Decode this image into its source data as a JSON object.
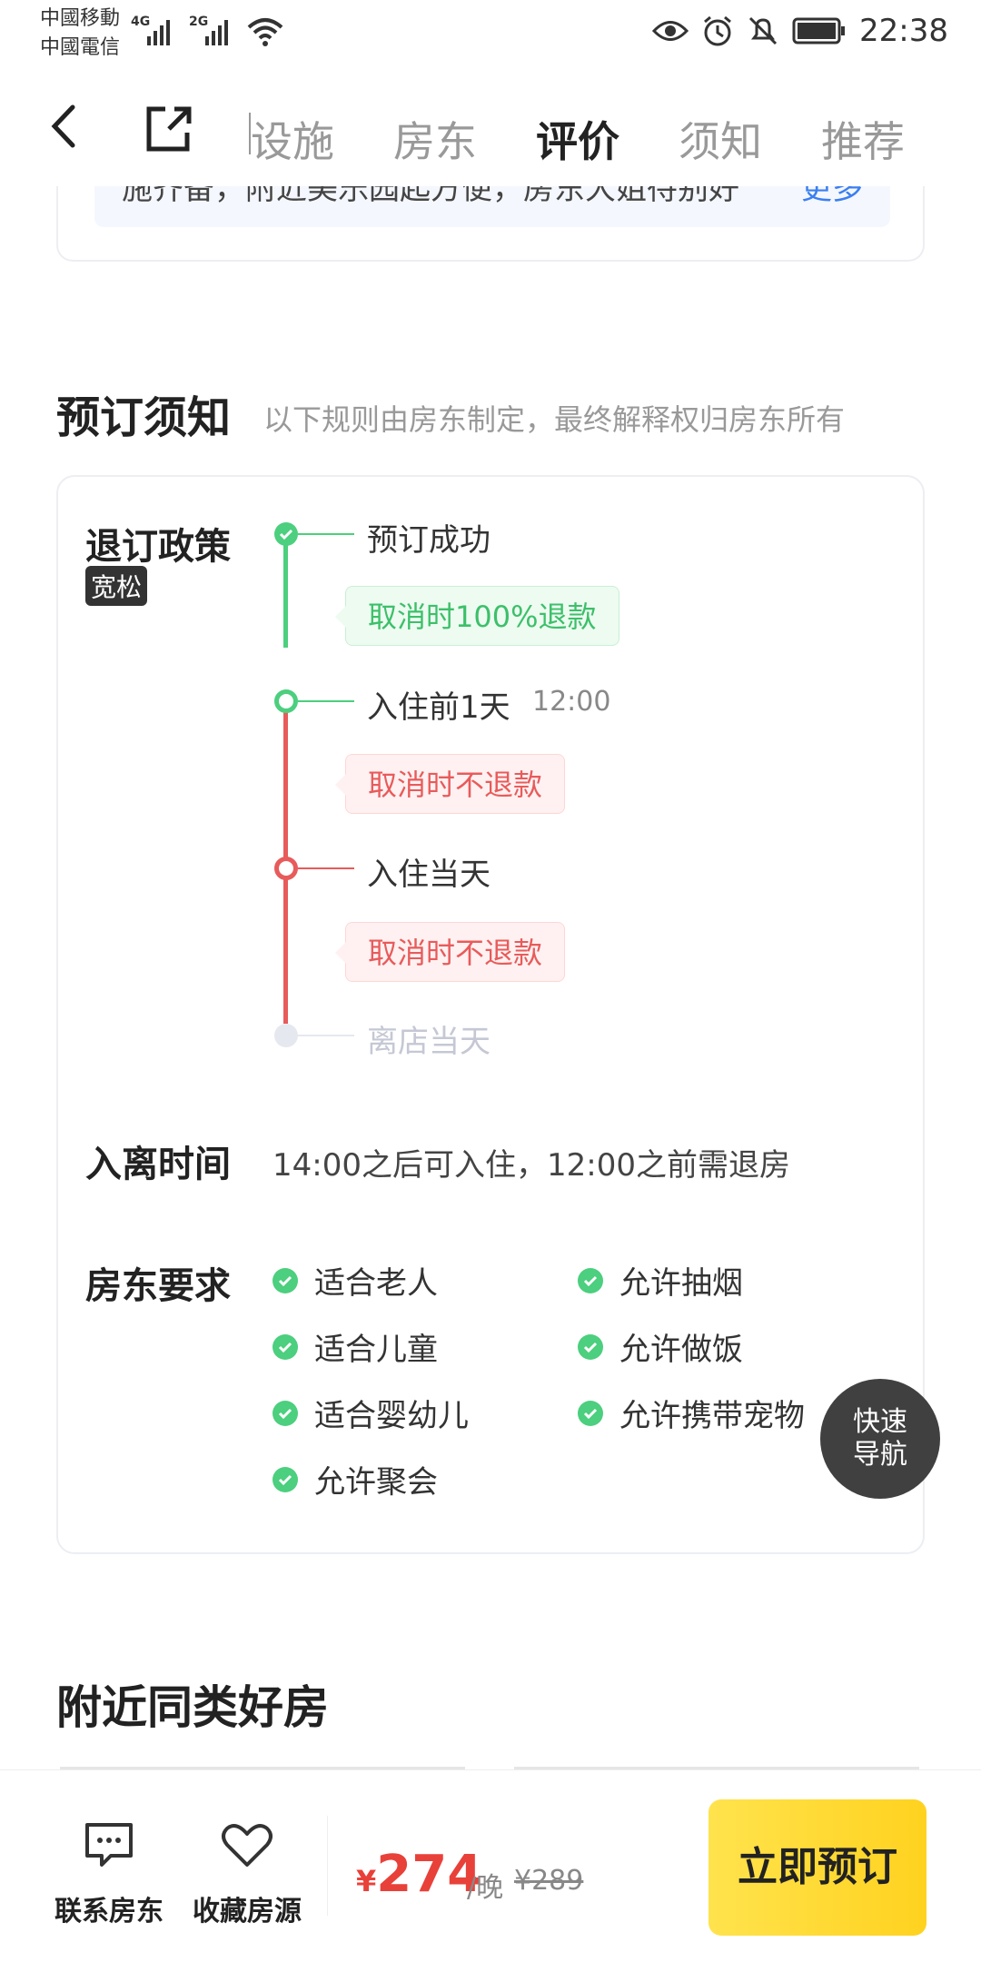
{
  "status_bar": {
    "carrier1": "中國移動",
    "carrier2": "中國電信",
    "net1": "4G",
    "net2": "2G",
    "time": "22:38"
  },
  "nav": {
    "tabs": [
      "设施",
      "房东",
      "评价",
      "须知",
      "推荐"
    ],
    "active_tab": "评价"
  },
  "previous_card": {
    "text": "施齐备，附近美乐园起方便，房东大姐待别好",
    "more": "更多"
  },
  "booking_notice": {
    "title": "预订须知",
    "subtitle": "以下规则由房东制定，最终解释权归房东所有",
    "policy_label": "退订政策",
    "policy_badge": "宽松",
    "timeline": {
      "step1": "预订成功",
      "pill1": "取消时100%退款",
      "step2": "入住前1天",
      "step2_time": "12:00",
      "pill2": "取消时不退款",
      "step3": "入住当天",
      "pill3": "取消时不退款",
      "step4": "离店当天"
    },
    "checkin_label": "入离时间",
    "checkin_text": "14:00之后可入住，12:00之前需退房",
    "host_req_label": "房东要求",
    "requirements_left": [
      "适合老人",
      "适合儿童",
      "适合婴幼儿",
      "允许聚会"
    ],
    "requirements_right": [
      "允许抽烟",
      "允许做饭",
      "允许携带宠物"
    ]
  },
  "quick_nav": {
    "line1": "快速",
    "line2": "导航"
  },
  "nearby_title": "附近同类好房",
  "bottom_bar": {
    "contact": "联系房东",
    "favorite": "收藏房源",
    "currency": "¥",
    "price": "274",
    "per_night": "/晚",
    "original_price": "¥289",
    "book_button": "立即预订"
  },
  "colors": {
    "green": "#4ccf7e",
    "red": "#e85b5b",
    "accent_yellow": "#ffd21f",
    "price_red": "#e8413a"
  }
}
